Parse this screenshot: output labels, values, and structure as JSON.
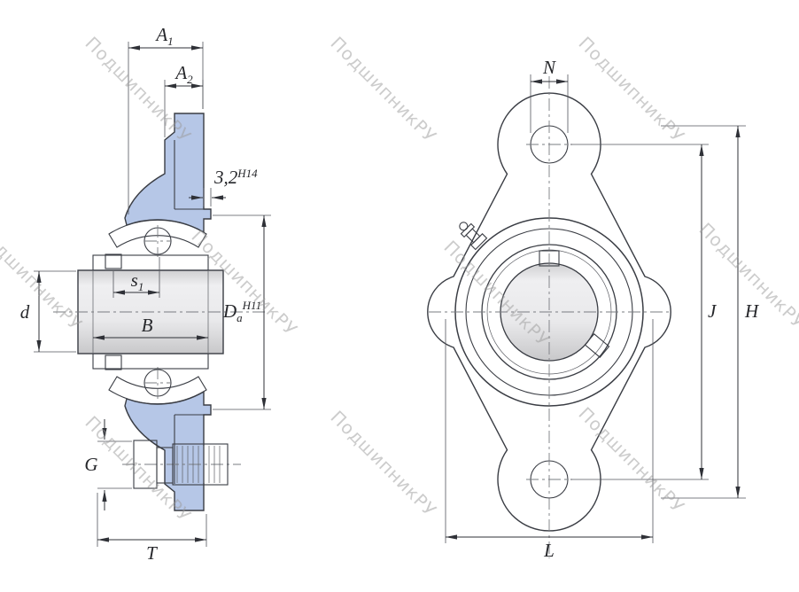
{
  "watermark": {
    "text": "ПодшипникРУ"
  },
  "dims": {
    "A1": {
      "base": "A",
      "sub": "1"
    },
    "A2": {
      "base": "A",
      "sub": "2"
    },
    "groove": {
      "base": "3,2",
      "sup": "H14"
    },
    "d": {
      "base": "d"
    },
    "s1": {
      "base": "s",
      "sub": "1"
    },
    "B": {
      "base": "B"
    },
    "Da": {
      "base": "D",
      "sub": "a",
      "sup": "H11"
    },
    "G": {
      "base": "G"
    },
    "T": {
      "base": "T"
    },
    "N": {
      "base": "N"
    },
    "J": {
      "base": "J"
    },
    "H": {
      "base": "H"
    },
    "L": {
      "base": "L"
    }
  },
  "colors": {
    "housing_fill": "#b6c7e7",
    "line": "#3a3d44",
    "dimension": "#26272b",
    "watermark": "#9b9b9b",
    "shaft_light": "#ececee"
  }
}
